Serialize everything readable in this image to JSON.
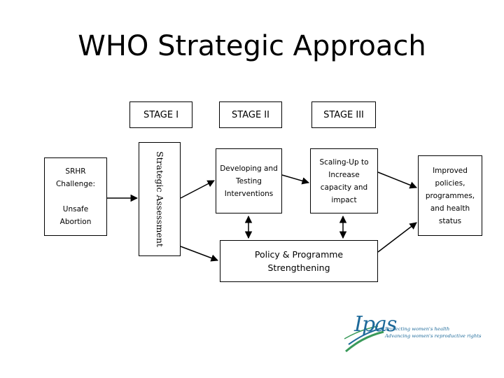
{
  "title": "WHO Strategic Approach",
  "stages": {
    "stage1": "STAGE I",
    "stage2": "STAGE II",
    "stage3": "STAGE III"
  },
  "challenge": {
    "line1": "SRHR",
    "line2": "Challenge:",
    "line3": "Unsafe",
    "line4": "Abortion"
  },
  "assessment": "Strategic Assessment",
  "developing": {
    "line1": "Developing and",
    "line2": "Testing",
    "line3": "Interventions"
  },
  "scaling": {
    "line1": "Scaling-Up to",
    "line2": "Increase",
    "line3": "capacity and",
    "line4": "impact"
  },
  "policy": {
    "line1": "Policy & Programme",
    "line2": "Strengthening"
  },
  "outcome": {
    "line1": "Improved",
    "line2": "policies,",
    "line3": "programmes,",
    "line4": "and health",
    "line5": "status"
  },
  "logo": {
    "wordmark": "Ipas",
    "tagline1": "Protecting women's health",
    "tagline2": "Advancing women's reproductive rights"
  },
  "colors": {
    "logo_blue": "#1e6a9a",
    "logo_green": "#3a9a5a"
  }
}
